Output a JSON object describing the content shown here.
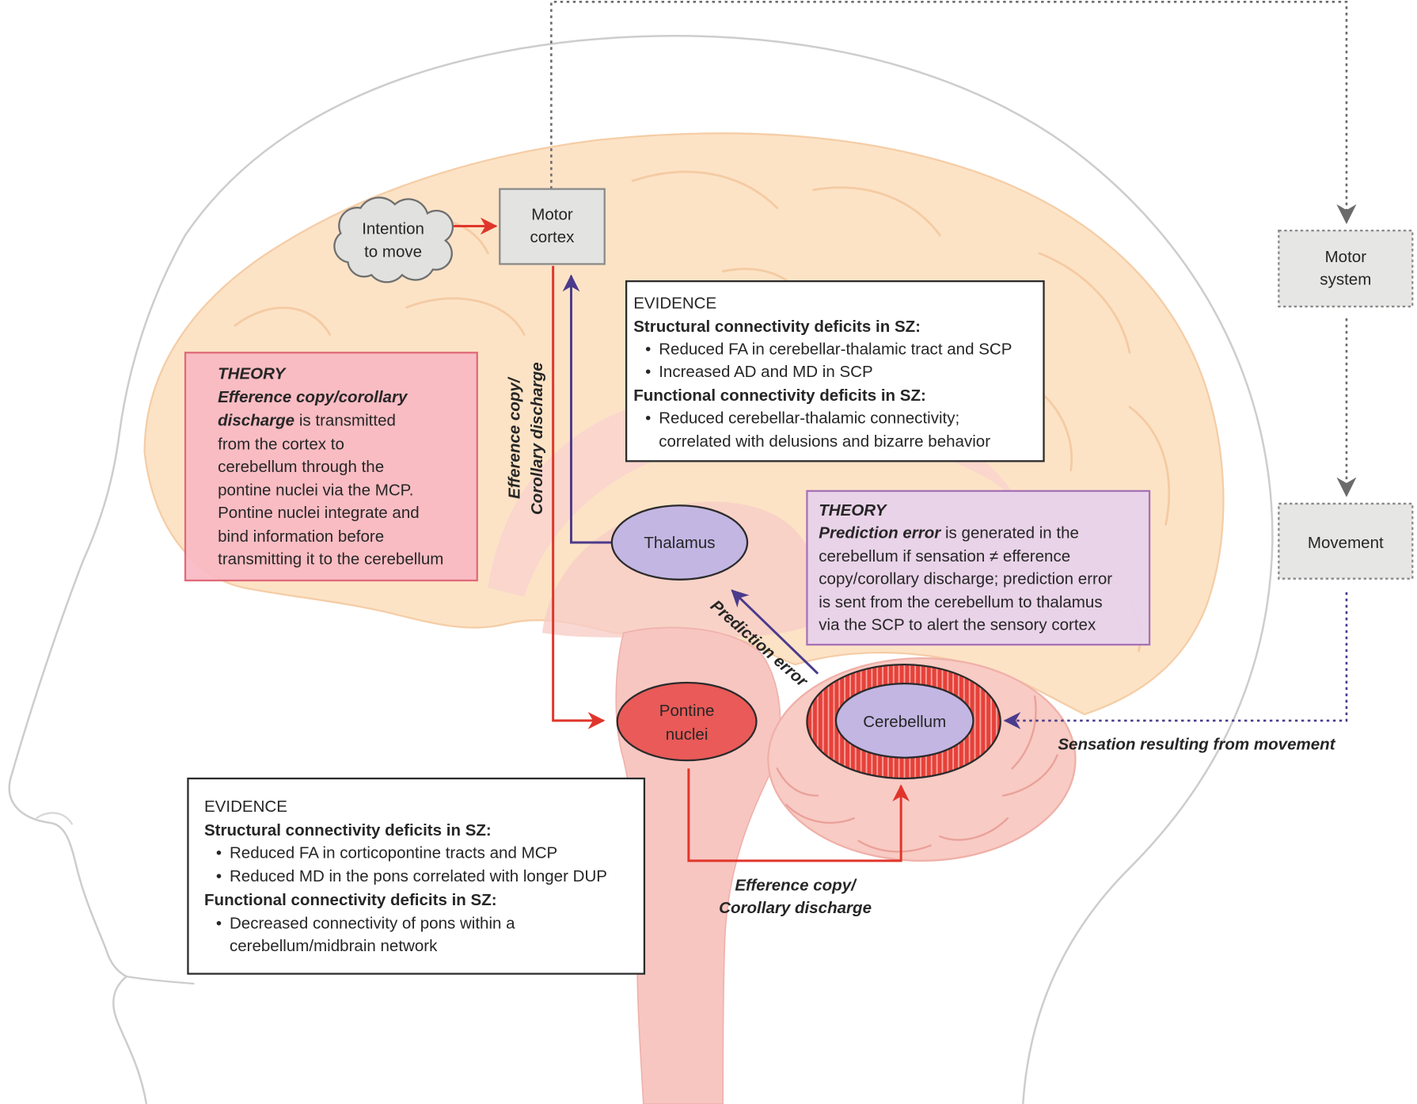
{
  "motor_cortex": {
    "line1": "Motor",
    "line2": "cortex"
  },
  "intention": {
    "line1": "Intention",
    "line2": "to move"
  },
  "motor_system": {
    "line1": "Motor",
    "line2": "system"
  },
  "movement": "Movement",
  "thalamus": "Thalamus",
  "pontine_nuclei": {
    "line1": "Pontine",
    "line2": "nuclei"
  },
  "cerebellum": "Cerebellum",
  "labels": {
    "efference_vertical": [
      "Efference copy/",
      "Corollary discharge"
    ],
    "prediction_error": "Prediction error",
    "efference_bottom": [
      "Efference copy/",
      "Corollary discharge"
    ],
    "sensation": "Sensation resulting from movement"
  },
  "evidence_top": {
    "heading": "EVIDENCE",
    "bullet": "•",
    "structural_title": "Structural connectivity deficits in SZ:",
    "structural_items": [
      [
        "Reduced FA in cerebellar-thalamic tract and SCP"
      ],
      [
        "Increased AD and MD in SCP"
      ]
    ],
    "functional_title": "Functional connectivity deficits in SZ:",
    "functional_items": [
      [
        "Reduced cerebellar-thalamic connectivity;",
        "correlated with delusions and bizarre behavior"
      ]
    ]
  },
  "theory_left": {
    "heading": "THEORY",
    "term_lines": [
      "Efference copy/corollary",
      "discharge"
    ],
    "lines": [
      "is transmitted",
      "from the cortex to",
      "cerebellum through the",
      "pontine nuclei via the MCP.",
      "Pontine nuclei integrate and",
      "bind information before",
      "transmitting it to the cerebellum"
    ]
  },
  "theory_right": {
    "heading": "THEORY",
    "term": "Prediction error",
    "lines": [
      "is generated in the",
      "cerebellum if sensation ≠ efference",
      "copy/corollary discharge; prediction error",
      "is sent from the cerebellum to thalamus",
      "via the SCP to alert the sensory cortex"
    ]
  },
  "evidence_bottom": {
    "heading": "EVIDENCE",
    "bullet": "•",
    "structural_title": "Structural connectivity deficits in SZ:",
    "structural_items": [
      [
        "Reduced FA in corticopontine tracts and MCP"
      ],
      [
        "Reduced MD in the pons correlated with longer DUP"
      ]
    ],
    "functional_title": "Functional connectivity deficits in SZ:",
    "functional_items": [
      [
        "Decreased connectivity of pons within a",
        "cerebellum/midbrain network"
      ]
    ]
  },
  "colors": {
    "red_pathway": "#e0352b",
    "purple_pathway": "#4b3b8c",
    "theory_left_fill": "#f8b8c2",
    "theory_right_fill": "#e8d2ea",
    "thalamus_fill": "#c3b6e3",
    "pontine_fill": "#e95a58",
    "brain_fill": "#fde3c6"
  }
}
